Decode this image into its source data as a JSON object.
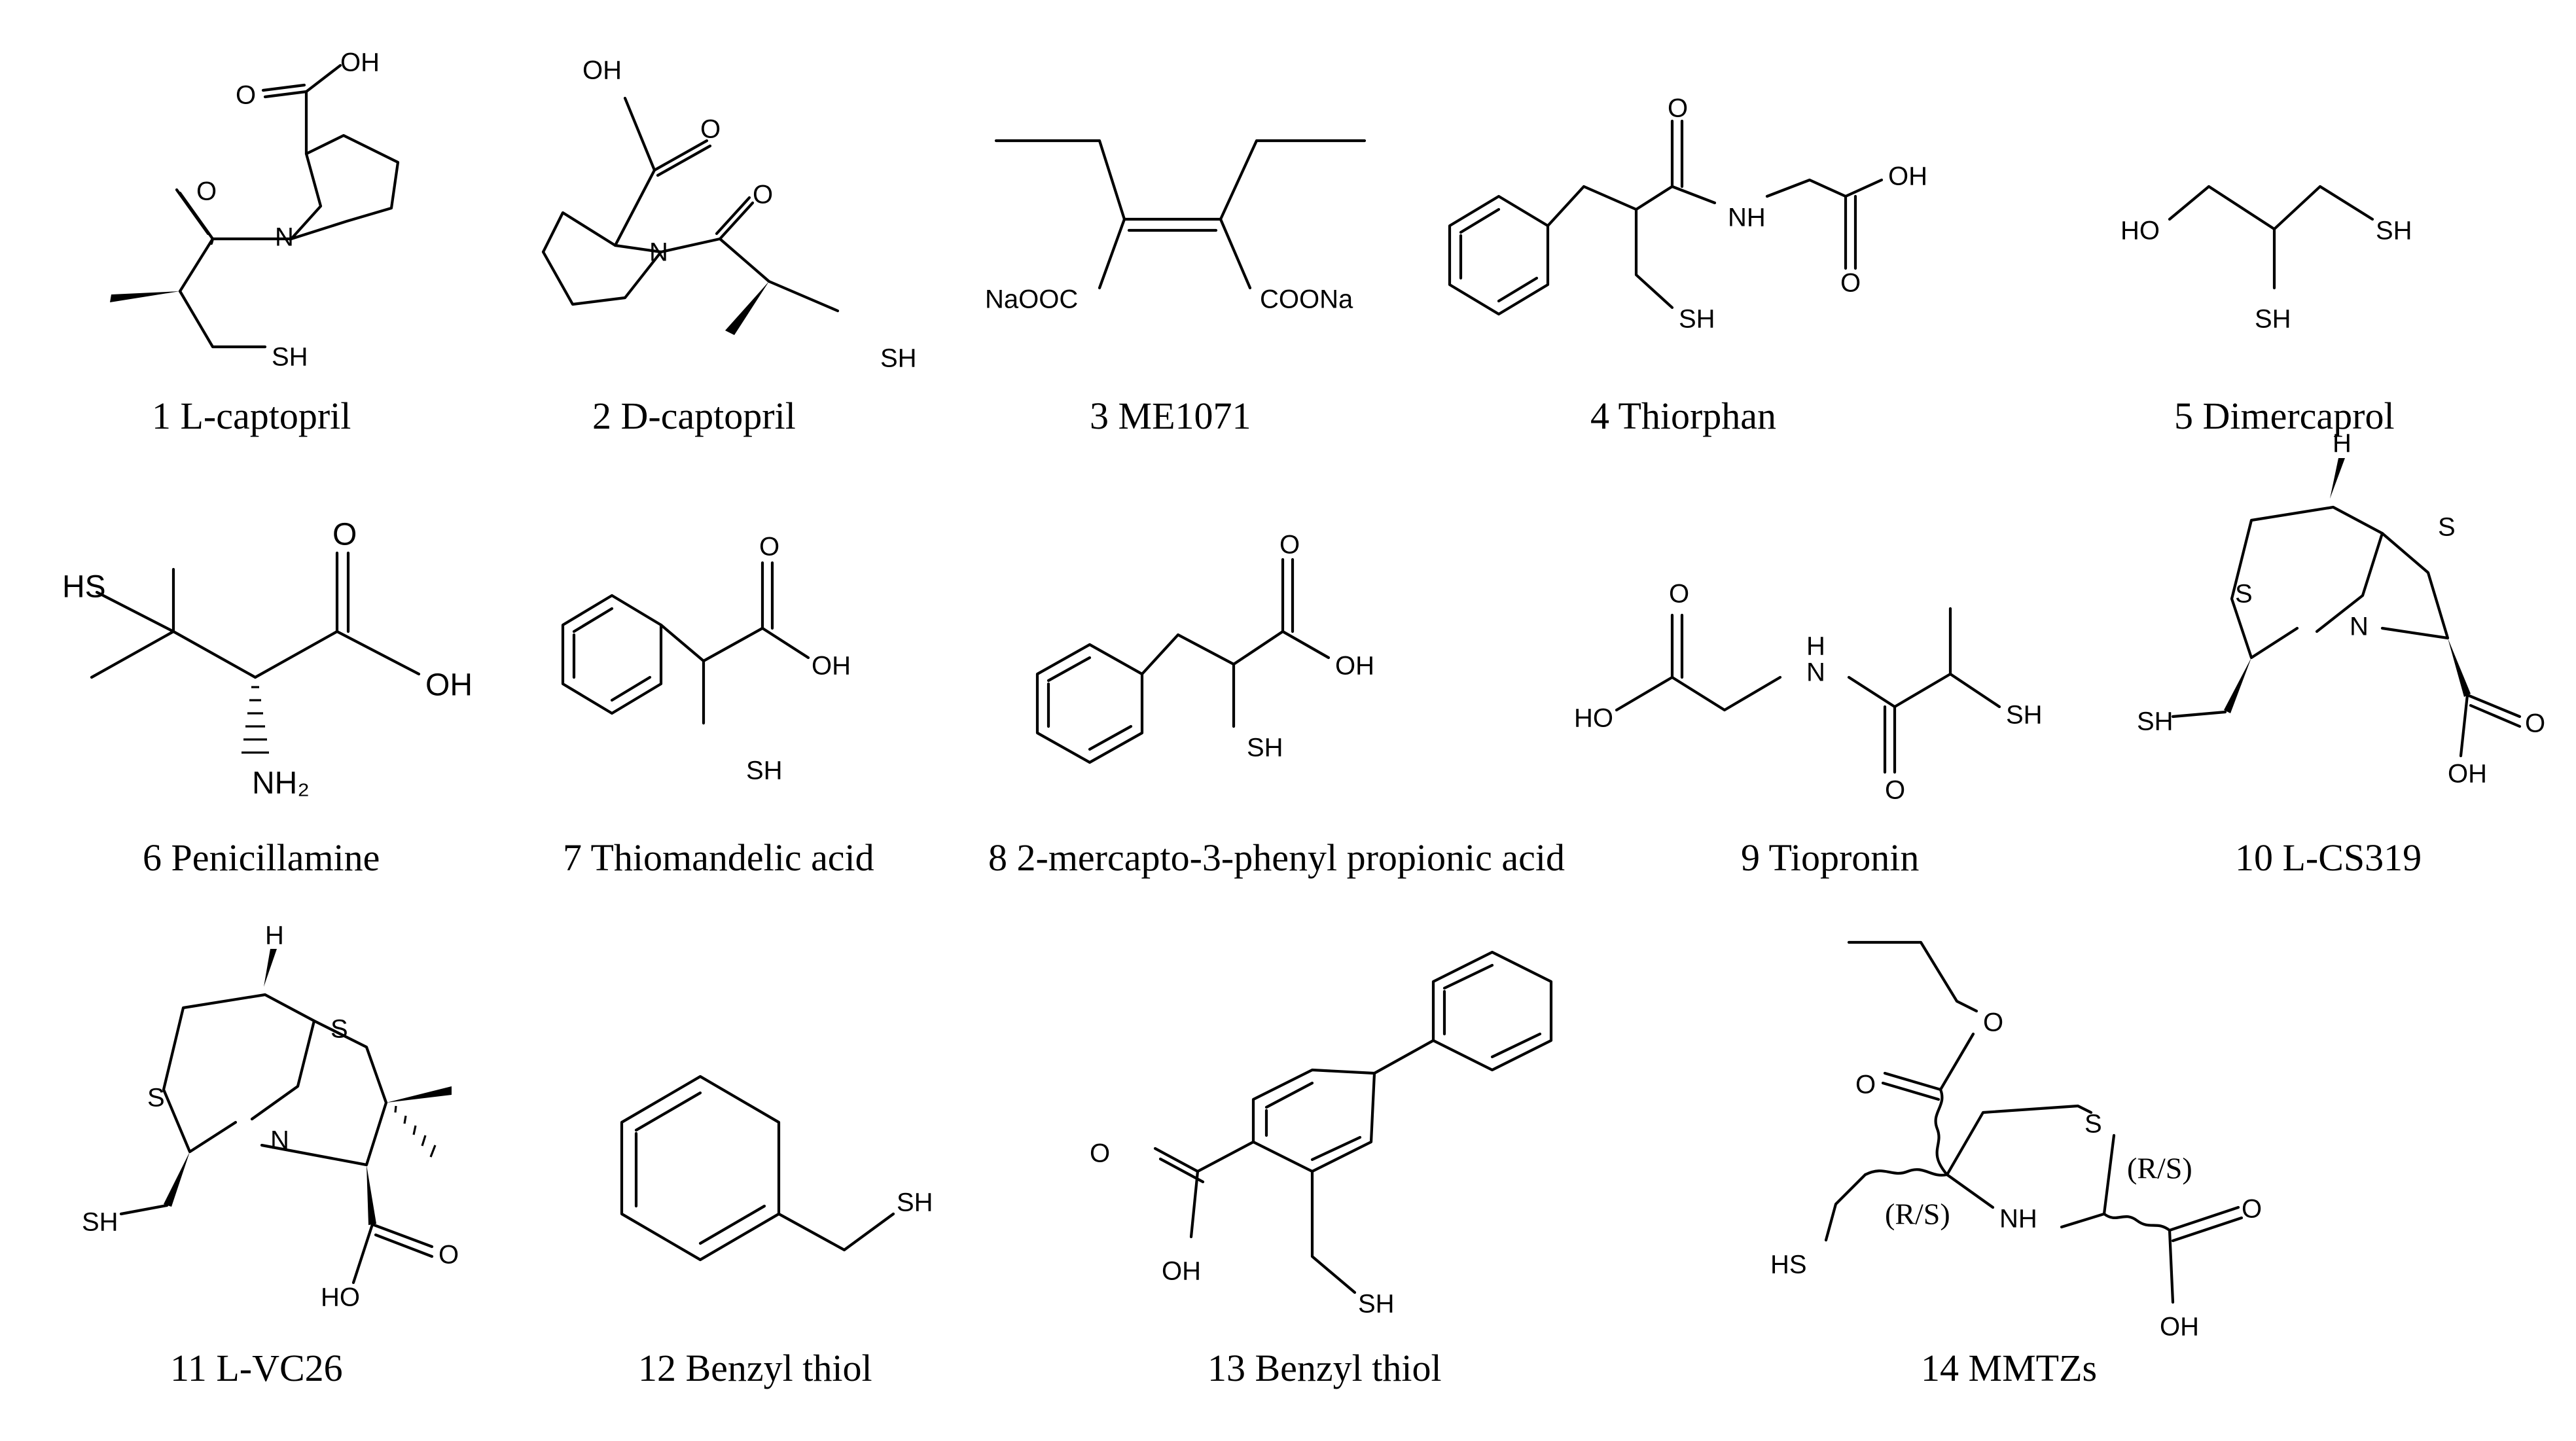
{
  "captions": {
    "c1": "1  L-captopril",
    "c2": "2  D-captopril",
    "c3": "3  ME1071",
    "c4": "4  Thiorphan",
    "c5": "5  Dimercaprol",
    "c6": "6  Penicillamine",
    "c7": "7  Thiomandelic  acid",
    "c8": "8  2-mercapto-3-phenyl  propionic  acid",
    "c9": "9  Tiopronin",
    "c10": "10  L-CS319",
    "c11": "11 L-VC26",
    "c12": "12 Benzyl thiol",
    "c13": "13 Benzyl thiol",
    "c14": "14 MMTZs"
  },
  "atoms": {
    "OH": "OH",
    "HO": "HO",
    "O": "O",
    "N": "N",
    "NH": "NH",
    "H": "H",
    "S": "S",
    "SH": "SH",
    "HS": "HS",
    "NH2": "NH₂",
    "NaOOC": "NaOOC",
    "COONa": "COONa",
    "RS": "(R/S)"
  }
}
